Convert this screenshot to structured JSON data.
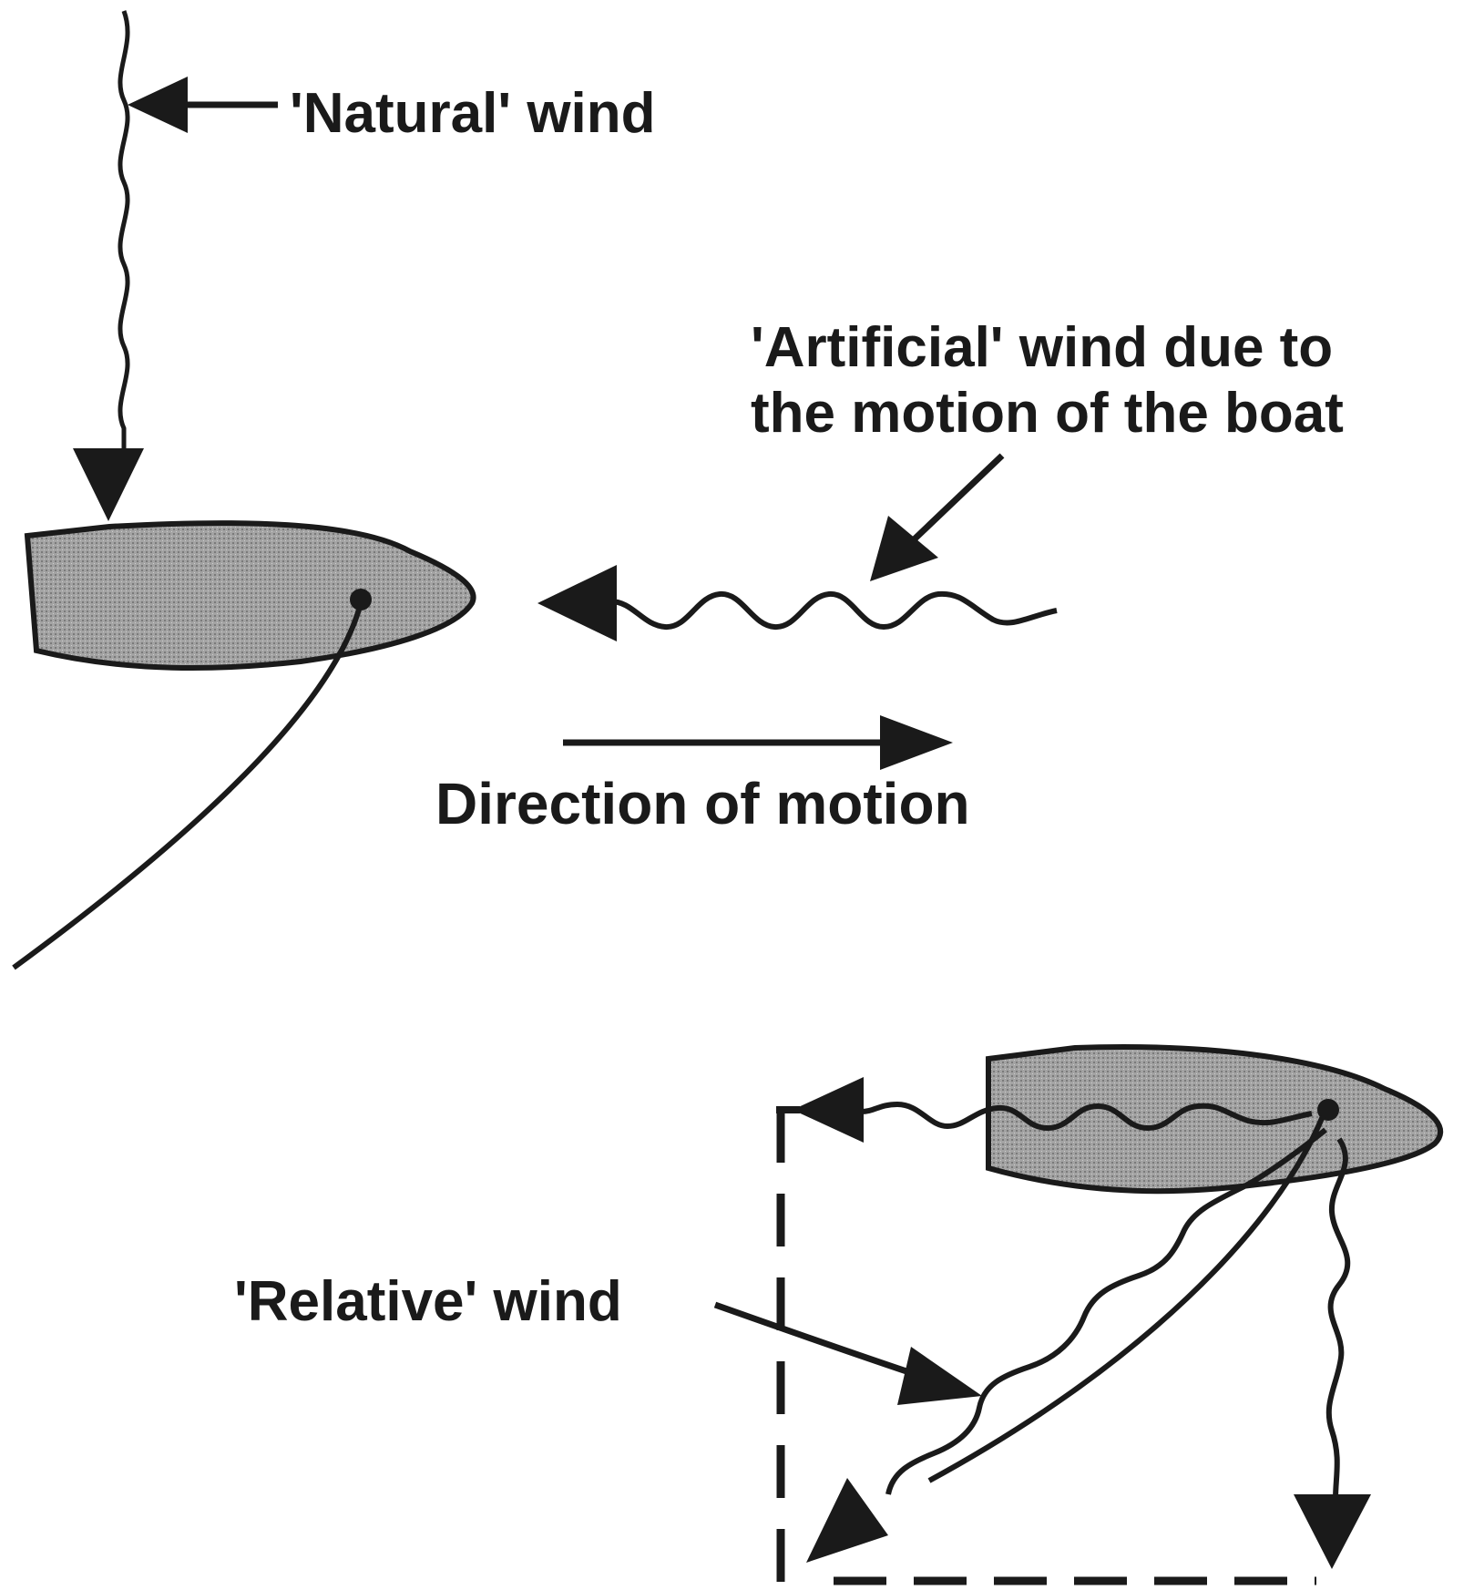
{
  "labels": {
    "natural_wind": "'Natural' wind",
    "artificial_wind_line1": "'Artificial' wind due to",
    "artificial_wind_line2": "the motion of the boat",
    "direction_of_motion": "Direction of motion",
    "relative_wind": "'Relative' wind"
  },
  "colors": {
    "ink": "#1a1a1a",
    "hull_fill": "#9a9a9a",
    "background": "#ffffff"
  }
}
